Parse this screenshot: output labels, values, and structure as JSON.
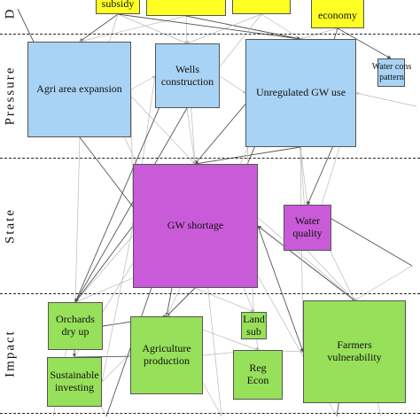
{
  "bands": {
    "driver": "D",
    "pressure": "Pressure",
    "state": "State",
    "impact": "Impact"
  },
  "nodes": {
    "subsidy": "subsidy",
    "economy": "economy",
    "agri_area_expansion": "Agri area expansion",
    "wells_construction": "Wells\nconstruction",
    "unregulated_gw_use": "Unregulated GW use",
    "water_cons_pattern": "Water cons\npattern",
    "gw_shortage": "GW shortage",
    "water_quality": "Water\nquality",
    "orchards_dry_up": "Orchards\ndry up",
    "agriculture_production": "Agriculture\nproduction",
    "land_sub": "Land\nsub",
    "farmers_vulnerability": "Farmers\nvulnerability",
    "sustainable_investing": "Sustainable\ninvesting",
    "reg_econ": "Reg\nEcon"
  },
  "colors": {
    "driver": "#ffff24",
    "pressure": "#a9d3f4",
    "state": "#c95bd8",
    "impact": "#97e05a",
    "link_dark": "#555555",
    "link_light": "#bbbbbb"
  }
}
